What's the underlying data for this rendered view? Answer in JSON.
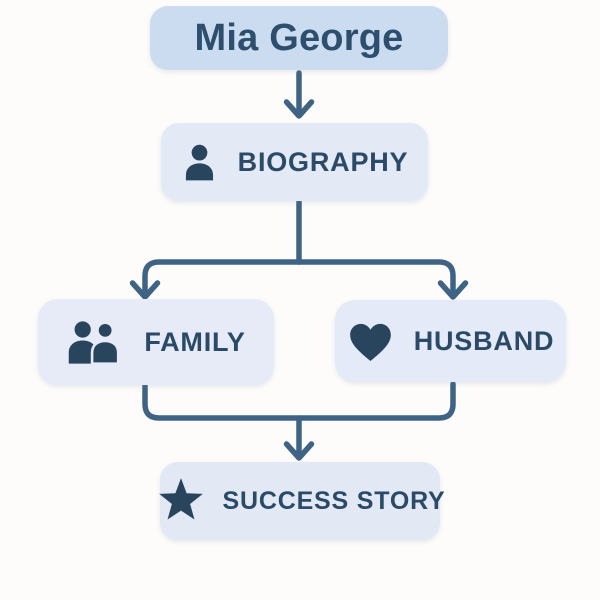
{
  "diagram": {
    "type": "flowchart",
    "background_color": "#fdfcfa",
    "line_color": "#3e6384",
    "text_color": "#2b4a68",
    "icon_color": "#29455e",
    "nodes": [
      {
        "id": "root",
        "label": "Mia George",
        "icon": null,
        "fill": "#cbdcf1"
      },
      {
        "id": "biography",
        "label": "BIOGRAPHY",
        "icon": "person-icon",
        "fill": "#e3eaf6"
      },
      {
        "id": "family",
        "label": "FAMILY",
        "icon": "people-icon",
        "fill": "#e6ebf7"
      },
      {
        "id": "husband",
        "label": "HUSBAND",
        "icon": "heart-icon",
        "fill": "#e4eaf7"
      },
      {
        "id": "success",
        "label": "SUCCESS STORY",
        "icon": "star-icon",
        "fill": "#e3e8f5"
      }
    ],
    "edges": [
      {
        "from": "root",
        "to": "biography"
      },
      {
        "from": "biography",
        "to": "family"
      },
      {
        "from": "biography",
        "to": "husband"
      },
      {
        "from": "family",
        "to": "success"
      },
      {
        "from": "husband",
        "to": "success"
      }
    ]
  }
}
